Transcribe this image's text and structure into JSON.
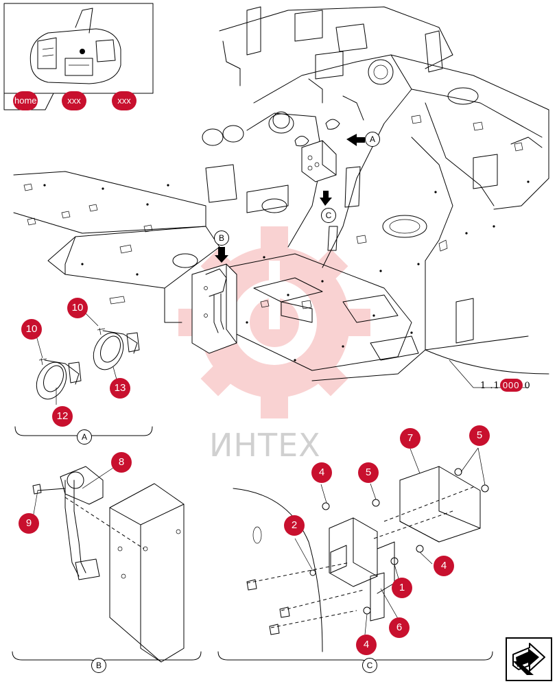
{
  "watermark": {
    "text": "ИНТЕХ",
    "color": "#f4a3a3"
  },
  "navigation": {
    "home_label": "home",
    "link_1_label": "xxx",
    "link_2_label": "xxx",
    "next_page_icon": "next-arrow-icon"
  },
  "figure_ref": {
    "prefix": "1 .1",
    "highlight": "000",
    "suffix": "0"
  },
  "view_arrows": {
    "a": "A",
    "b": "B",
    "c": "C"
  },
  "section_labels": {
    "a": "A",
    "b": "B",
    "c": "C"
  },
  "callouts": {
    "c1": "10",
    "c2": "10",
    "c3": "12",
    "c4": "13",
    "c5": "8",
    "c6": "9",
    "c7": "7",
    "c8": "5",
    "c9": "5",
    "c10": "4",
    "c11": "2",
    "c12": "4",
    "c13": "1",
    "c14": "6",
    "c15": "4"
  },
  "colors": {
    "accent": "#c8102e",
    "line": "#000000"
  }
}
